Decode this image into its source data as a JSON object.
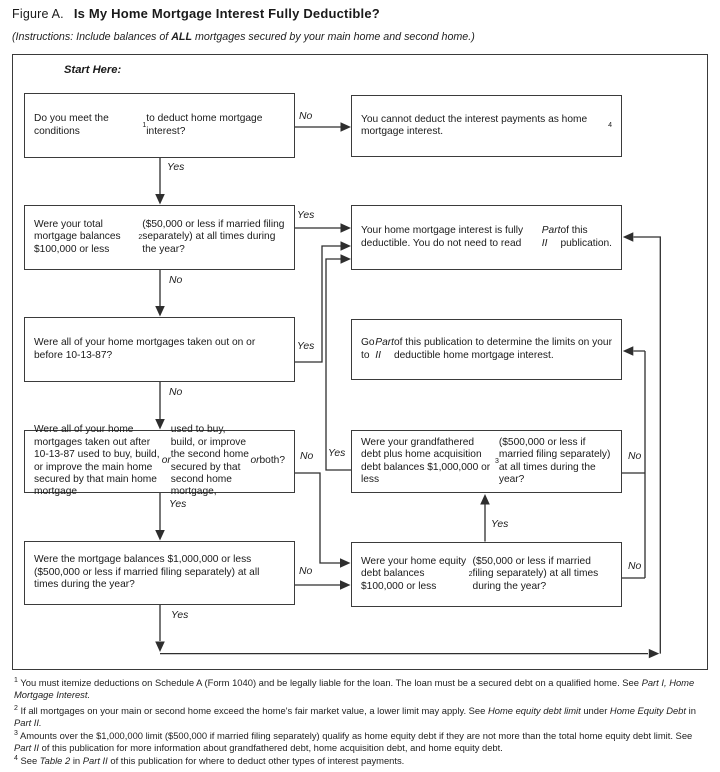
{
  "header": {
    "figure_label": "Figure A.",
    "title": "Is My Home Mortgage Interest Fully Deductible?",
    "instructions": [
      {
        "t": "(Instructions: Include balances of ",
        "s": "i"
      },
      {
        "t": "ALL",
        "s": "bi"
      },
      {
        "t": " mortgages secured by your main home and second home.)",
        "s": "i"
      }
    ]
  },
  "flowchart": {
    "start_here": "Start Here:",
    "boxes": {
      "q_conditions": [
        {
          "t": "Do you meet the conditions"
        },
        {
          "t": "1",
          "s": "sup"
        },
        {
          "t": " to deduct home mortgage interest?"
        }
      ],
      "cannot_deduct": [
        {
          "t": "You cannot deduct the interest payments as home mortgage interest."
        },
        {
          "t": "4",
          "s": "sup"
        }
      ],
      "q_total_balances": [
        {
          "t": "Were your total mortgage balances $100,000 or less"
        },
        {
          "t": "2",
          "s": "sup"
        },
        {
          "t": " ($50,000 or less if married filing separately) at all times during the year?"
        }
      ],
      "fully_deductible": [
        {
          "t": "Your home mortgage interest is fully deductible. You do not need to read "
        },
        {
          "t": "Part II",
          "s": "i"
        },
        {
          "t": " of this publication."
        }
      ],
      "q_before_101387": [
        {
          "t": "Were all of your home mortgages taken out on or before 10-13-87?"
        }
      ],
      "go_to_part2": [
        {
          "t": "Go to "
        },
        {
          "t": "Part II",
          "s": "i"
        },
        {
          "t": " of this publication to determine the limits on your deductible home mortgage interest."
        }
      ],
      "q_after_101387": [
        {
          "t": "Were all of your home mortgages taken out after 10-13-87 used to buy, build, or improve the main home secured by that main home mortgage "
        },
        {
          "t": "or",
          "s": "i"
        },
        {
          "t": " used to buy, build, or improve the second home secured by that second home mortgage, "
        },
        {
          "t": "or",
          "s": "i"
        },
        {
          "t": " both?"
        }
      ],
      "q_grandfathered": [
        {
          "t": "Were your grandfathered debt plus home acquisition debt balances $1,000,000 or less"
        },
        {
          "t": "3",
          "s": "sup"
        },
        {
          "t": " ($500,000 or less if married filing separately) at all times during the year?"
        }
      ],
      "q_million": [
        {
          "t": "Were the mortgage balances $1,000,000 or less ($500,000 or less if married filing separately) at all times during the year?"
        }
      ],
      "q_home_equity": [
        {
          "t": "Were your home equity debt balances $100,000 or less"
        },
        {
          "t": "2",
          "s": "sup"
        },
        {
          "t": " ($50,000 or less if married filing separately) at all times during the year?"
        }
      ]
    },
    "edge_labels": {
      "conditions_no": "No",
      "conditions_yes": "Yes",
      "total_yes": "Yes",
      "total_no": "No",
      "before_yes": "Yes",
      "before_no": "No",
      "after_no": "No",
      "after_yes": "Yes",
      "grandfathered_yes": "Yes",
      "grandfathered_no": "No",
      "million_no": "No",
      "million_yes": "Yes",
      "equity_yes": "Yes",
      "equity_no": "No"
    }
  },
  "footnotes": {
    "fn1": [
      {
        "t": "1",
        "s": "sup"
      },
      {
        "t": " You must itemize deductions on Schedule A (Form 1040) and be legally liable for the loan. The loan must be a secured debt on a qualified home. See "
      },
      {
        "t": "Part I, Home Mortgage Interest.",
        "s": "i"
      }
    ],
    "fn2": [
      {
        "t": "2",
        "s": "sup"
      },
      {
        "t": " If all mortgages on your main or second home exceed the home's fair market value, a lower limit may apply. See "
      },
      {
        "t": "Home equity debt limit",
        "s": "i"
      },
      {
        "t": " under "
      },
      {
        "t": "Home Equity Debt",
        "s": "i"
      },
      {
        "t": " in "
      },
      {
        "t": "Part II.",
        "s": "i"
      }
    ],
    "fn3": [
      {
        "t": "3",
        "s": "sup"
      },
      {
        "t": " Amounts over the $1,000,000 limit ($500,000 if married filing separately) qualify as home equity debt if they are not more than the total home equity debt limit. See "
      },
      {
        "t": "Part II",
        "s": "i"
      },
      {
        "t": " of this publication for more information about grandfathered debt, home acquisition debt, and home equity debt."
      }
    ],
    "fn4": [
      {
        "t": "4",
        "s": "sup"
      },
      {
        "t": " See "
      },
      {
        "t": "Table 2",
        "s": "i"
      },
      {
        "t": " in "
      },
      {
        "t": "Part II",
        "s": "i"
      },
      {
        "t": " of this publication for where to deduct other types of interest payments."
      }
    ]
  }
}
